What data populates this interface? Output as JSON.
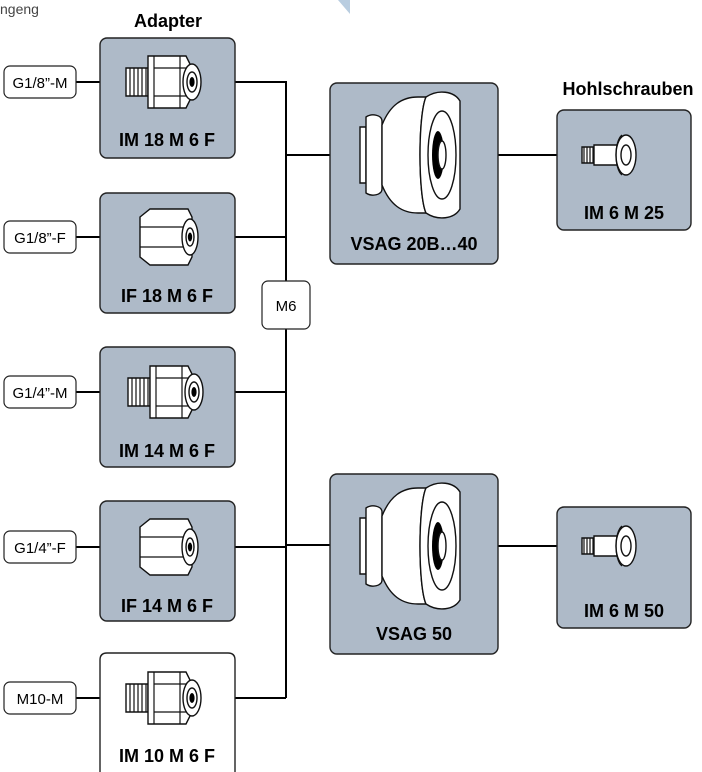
{
  "header_fragment": "ngeng",
  "headings": {
    "adapter": "Adapter",
    "hohlschrauben": "Hohlschrauben"
  },
  "connectors": {
    "g18m": "G1/8”-M",
    "g18f": "G1/8”-F",
    "g14m": "G1/4”-M",
    "g14f": "G1/4”-F",
    "m10m": "M10-M",
    "m6": "M6"
  },
  "adapters": {
    "im18": "IM 18 M 6 F",
    "if18": "IF 18 M 6 F",
    "im14": "IM 14 M 6 F",
    "if14": "IF 14 M 6 F",
    "im10": "IM 10 M 6 F"
  },
  "cups": {
    "vsag20": "VSAG 20B…40",
    "vsag50": "VSAG 50"
  },
  "screws": {
    "im6m25": "IM 6 M 25",
    "im6m50": "IM 6 M 50"
  },
  "colors": {
    "box_fill": "#aebac8",
    "accent_arrow": "#b9cde0"
  },
  "icons": {
    "male_fitting": "male-thread-fitting-icon",
    "female_fitting": "female-hex-fitting-icon",
    "suction_cup": "bellows-suction-cup-icon",
    "hollow_screw": "hollow-screw-icon"
  }
}
